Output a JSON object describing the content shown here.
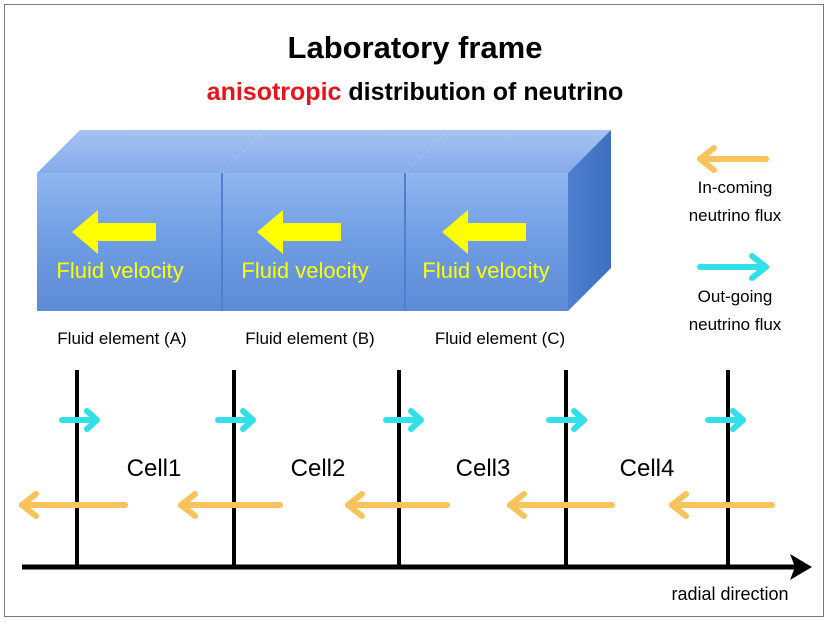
{
  "title": "Laboratory frame",
  "subtitle": {
    "accent": "anisotropic",
    "rest": " distribution of neutrino"
  },
  "fluid_elements": [
    {
      "velocity_label": "Fluid velocity",
      "caption": "Fluid element (A)"
    },
    {
      "velocity_label": "Fluid velocity",
      "caption": "Fluid element (B)"
    },
    {
      "velocity_label": "Fluid velocity",
      "caption": "Fluid element (C)"
    }
  ],
  "legend": {
    "incoming": {
      "line1": "In-coming",
      "line2": "neutrino flux"
    },
    "outgoing": {
      "line1": "Out-going",
      "line2": "neutrino flux"
    }
  },
  "cells": [
    "Cell1",
    "Cell2",
    "Cell3",
    "Cell4"
  ],
  "axis_label": "radial direction",
  "colors": {
    "incoming": "#f7c35c",
    "outgoing": "#33e0ea",
    "velocity_arrow": "#ffff00",
    "velocity_text": "#ffff00",
    "cube_front": "#6e9be0",
    "accent": "#e8141b"
  }
}
